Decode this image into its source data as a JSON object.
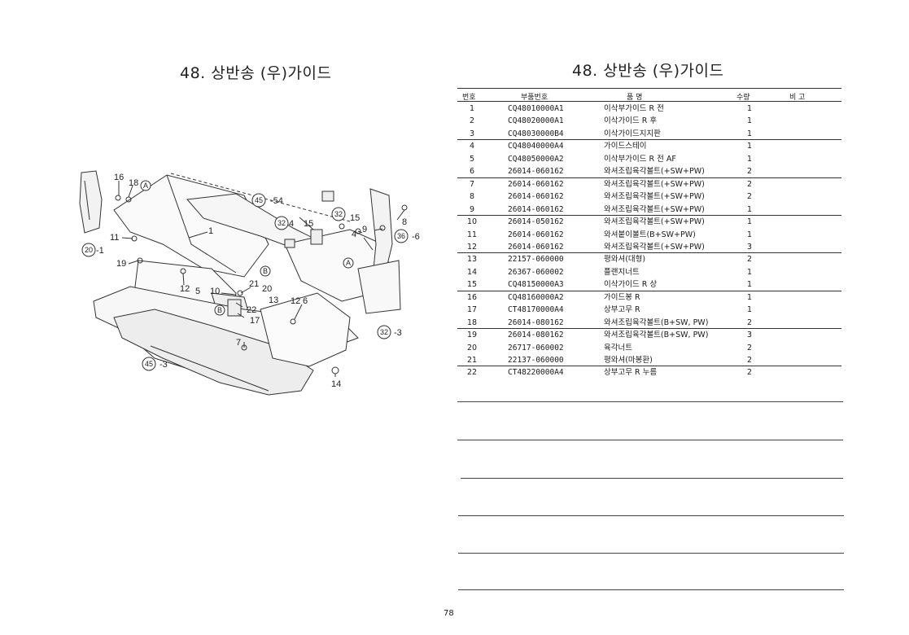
{
  "page": {
    "title_left": "48. 상반송 (우)가이드",
    "title_right": "48. 상반송 (우)가이드",
    "page_number": "78"
  },
  "table": {
    "headers": {
      "no": "번호",
      "part": "부품번호",
      "name": "품    명",
      "qty": "수량",
      "remark": "비  고"
    },
    "rows": [
      {
        "no": "1",
        "part": "CQ48010000A1",
        "name": "이삭부가이드 R 전",
        "qty": "1"
      },
      {
        "no": "2",
        "part": "CQ48020000A1",
        "name": "이삭가이드 R 후",
        "qty": "1"
      },
      {
        "no": "3",
        "part": "CQ48030000B4",
        "name": "이삭가이드지지판",
        "qty": "1"
      },
      {
        "no": "4",
        "part": "CQ48040000A4",
        "name": "가이드스테이",
        "qty": "1"
      },
      {
        "no": "5",
        "part": "CQ48050000A2",
        "name": "이삭부가이드 R 전 AF",
        "qty": "1"
      },
      {
        "no": "6",
        "part": "26014-060162",
        "name": "와셔조립육각볼트(+SW+PW)",
        "qty": "2"
      },
      {
        "no": "7",
        "part": "26014-060162",
        "name": "와셔조립육각볼트(+SW+PW)",
        "qty": "2"
      },
      {
        "no": "8",
        "part": "26014-060162",
        "name": "와셔조립육각볼트(+SW+PW)",
        "qty": "2"
      },
      {
        "no": "9",
        "part": "26014-060162",
        "name": "와셔조립육각볼트(+SW+PW)",
        "qty": "1"
      },
      {
        "no": "10",
        "part": "26014-050162",
        "name": "와셔조립육각볼트(+SW+PW)",
        "qty": "1"
      },
      {
        "no": "11",
        "part": "26014-060162",
        "name": "와셔붙이볼트(B+SW+PW)",
        "qty": "1"
      },
      {
        "no": "12",
        "part": "26014-060162",
        "name": "와셔조립육각볼트(+SW+PW)",
        "qty": "3"
      },
      {
        "no": "13",
        "part": "22157-060000",
        "name": "평와셔(대형)",
        "qty": "2"
      },
      {
        "no": "14",
        "part": "26367-060002",
        "name": "플랜지너트",
        "qty": "1"
      },
      {
        "no": "15",
        "part": "CQ48150000A3",
        "name": "이삭가이드 R 상",
        "qty": "1"
      },
      {
        "no": "16",
        "part": "CQ48160000A2",
        "name": "가이드봉 R",
        "qty": "1"
      },
      {
        "no": "17",
        "part": "CT48170000A4",
        "name": "상부고무 R",
        "qty": "1"
      },
      {
        "no": "18",
        "part": "26014-080162",
        "name": "와셔조립육각볼트(B+SW, PW)",
        "qty": "2"
      },
      {
        "no": "19",
        "part": "26014-080162",
        "name": "와셔조립육각볼트(B+SW, PW)",
        "qty": "3"
      },
      {
        "no": "20",
        "part": "26717-060002",
        "name": "육각너트",
        "qty": "2"
      },
      {
        "no": "21",
        "part": "22137-060000",
        "name": "평와셔(마봉환)",
        "qty": "2"
      },
      {
        "no": "22",
        "part": "CT48220000A4",
        "name": "상부고무 R 누름",
        "qty": "2"
      }
    ]
  },
  "diagram": {
    "labels": [
      "16",
      "18",
      "1",
      "11",
      "19",
      "12",
      "5",
      "10",
      "21",
      "20",
      "13",
      "22",
      "17",
      "12",
      "6",
      "7",
      "14",
      "4",
      "15",
      "15",
      "9",
      "8",
      "4",
      "-54",
      "-1",
      "-3",
      "-3",
      "-6"
    ],
    "circled": [
      "A",
      "45",
      "32",
      "32",
      "36",
      "20",
      "B",
      "B",
      "A",
      "32",
      "45"
    ]
  }
}
